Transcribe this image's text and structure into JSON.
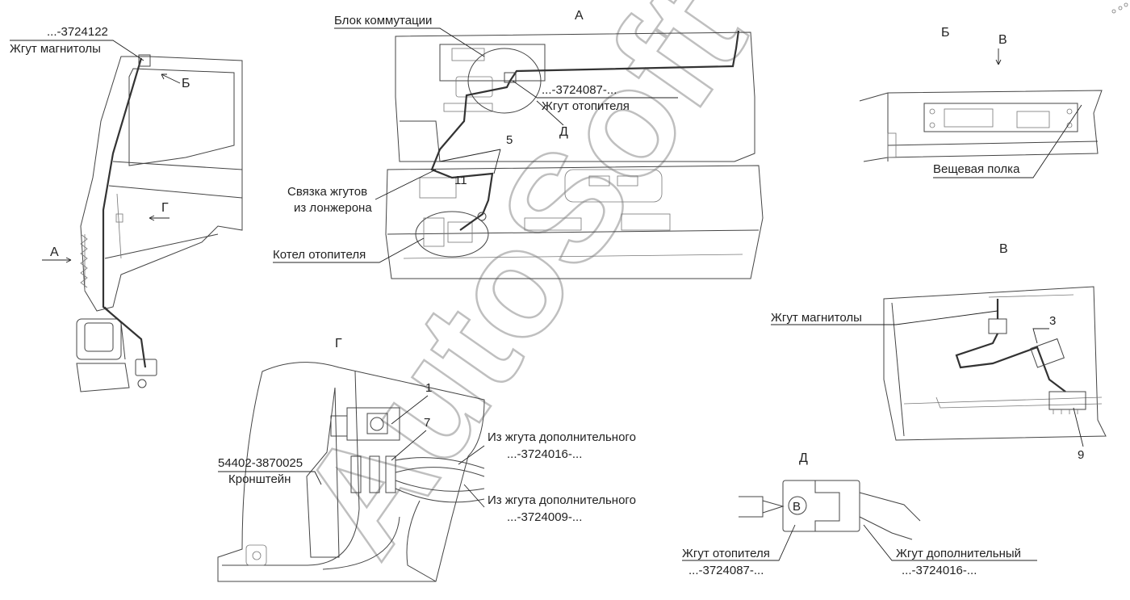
{
  "view_labels": {
    "a_top": "А",
    "a_side": "А",
    "b_top": "Б",
    "b_side": "Б",
    "v_top": "В",
    "v_view": "В",
    "g_side": "Г",
    "g_view": "Г",
    "d_top": "Д",
    "d_view": "Д"
  },
  "labels": {
    "part_3724122": "...-3724122",
    "radio_harness_1": "Жгут магнитолы",
    "switch_block": "Блок коммутации",
    "part_3724087_a": "...-3724087-...",
    "heater_harness_a": "Жгут отопителя",
    "num_5": "5",
    "num_11": "11",
    "bundle_line1": "Связка жгутов",
    "bundle_line2": "из лонжерона",
    "heater_boiler": "Котел отопителя",
    "shelf": "Вещевая полка",
    "radio_harness_2": "Жгут магнитолы",
    "num_3": "3",
    "num_9": "9",
    "num_1": "1",
    "num_7": "7",
    "from_add_harness_1": "Из жгута дополнительного",
    "part_3724016_a": "...-3724016-...",
    "from_add_harness_2": "Из жгута дополнительного",
    "part_3724009": "...-3724009-...",
    "bracket_part": "54402-3870025",
    "bracket": "Кронштейн",
    "connector_mark": "В",
    "heater_harness_d": "Жгут отопителя",
    "part_3724087_d": "...-3724087-...",
    "add_harness_d": "Жгут дополнительный",
    "part_3724016_d": "...-3724016-...",
    "watermark": "AutoSoft"
  }
}
